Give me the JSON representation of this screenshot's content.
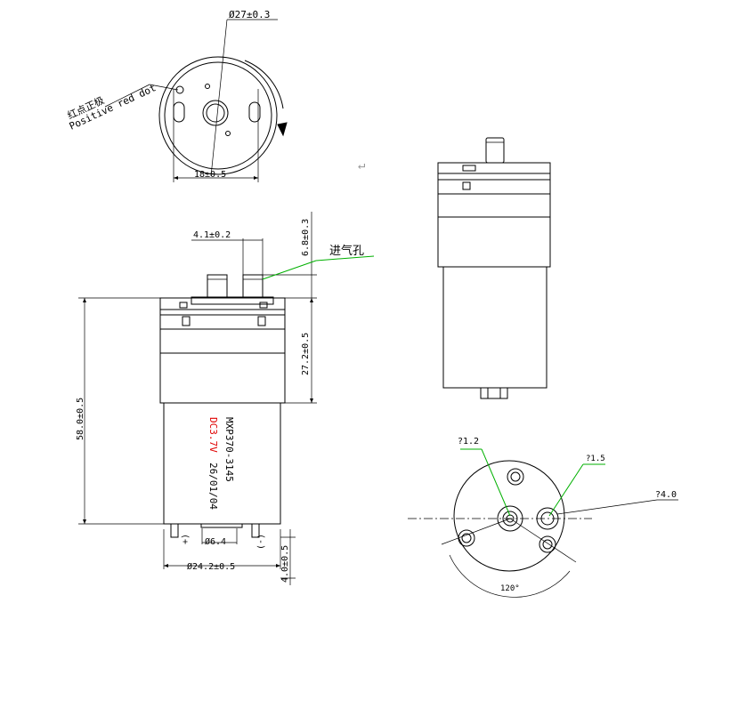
{
  "top_view": {
    "dia_outer": "Ø27±0.3",
    "spacing": "18±0.5",
    "red_dot_cn": "红点正极",
    "red_dot_en": "Positive red dot"
  },
  "front_view": {
    "hole_offset": "4.1±0.2",
    "nozzle_height": "6.8±0.3",
    "inlet_label": "进气孔",
    "head_height": "27.2±0.5",
    "total_height": "58.0±0.5",
    "terminal_len": "4.0±0.5",
    "motor_dia": "Ø24.2±0.5",
    "shaft_dia": "Ø6.4",
    "pos_mark": "(+",
    "neg_mark": "(-)",
    "model": "MXP370-3145",
    "voltage": "DC3.7V",
    "date": "26/01/04"
  },
  "bottom_view": {
    "hole_small": "?1.2",
    "hole_mid": "?1.5",
    "hole_big": "?4.0",
    "angle": "120°"
  },
  "misc": {
    "return_mark": "↵"
  },
  "colors": {
    "line": "#000000",
    "leader": "#00b000",
    "red_text": "#e00000"
  }
}
